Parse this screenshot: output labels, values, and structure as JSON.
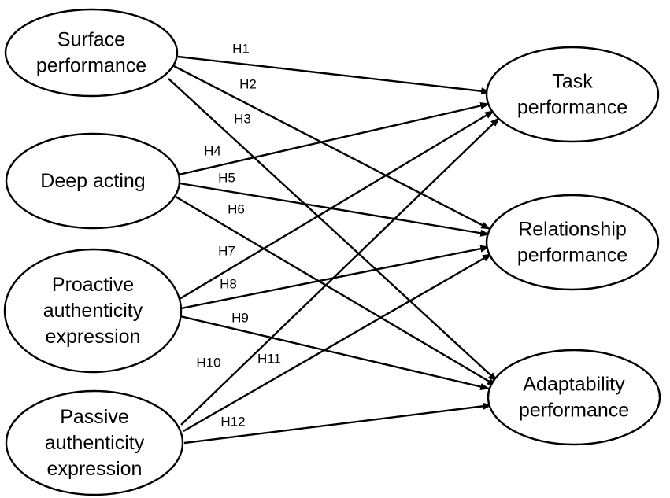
{
  "nodes": [
    {
      "id": "surface",
      "lines": [
        "Surface",
        "performance"
      ]
    },
    {
      "id": "deep",
      "lines": [
        "Deep acting"
      ]
    },
    {
      "id": "proactive",
      "lines": [
        "Proactive",
        "authenticity",
        "expression"
      ]
    },
    {
      "id": "passive",
      "lines": [
        "Passive",
        "authenticity",
        "expression"
      ]
    },
    {
      "id": "task",
      "lines": [
        "Task",
        "performance"
      ]
    },
    {
      "id": "relationship",
      "lines": [
        "Relationship",
        "performance"
      ]
    },
    {
      "id": "adaptability",
      "lines": [
        "Adaptability",
        "performance"
      ]
    }
  ],
  "edges": [
    {
      "from": "surface",
      "to": "task",
      "label": "H1"
    },
    {
      "from": "surface",
      "to": "relationship",
      "label": "H2"
    },
    {
      "from": "surface",
      "to": "adaptability",
      "label": "H3"
    },
    {
      "from": "deep",
      "to": "task",
      "label": "H4"
    },
    {
      "from": "deep",
      "to": "relationship",
      "label": "H5"
    },
    {
      "from": "deep",
      "to": "adaptability",
      "label": "H6"
    },
    {
      "from": "proactive",
      "to": "task",
      "label": "H7"
    },
    {
      "from": "proactive",
      "to": "relationship",
      "label": "H8"
    },
    {
      "from": "proactive",
      "to": "adaptability",
      "label": "H9"
    },
    {
      "from": "passive",
      "to": "task",
      "label": "H10"
    },
    {
      "from": "passive",
      "to": "relationship",
      "label": "H11"
    },
    {
      "from": "passive",
      "to": "adaptability",
      "label": "H12"
    }
  ]
}
